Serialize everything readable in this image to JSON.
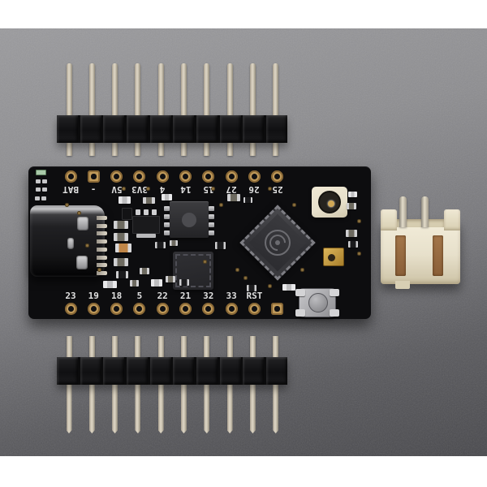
{
  "silkscreen": {
    "top_row": [
      "BAT",
      "-",
      "5V",
      "3V3",
      "4",
      "14",
      "15",
      "27",
      "26",
      "25"
    ],
    "bottom_row": [
      "23",
      "19",
      "18",
      "5",
      "22",
      "21",
      "32",
      "33",
      "RST",
      ""
    ]
  },
  "headers": {
    "top_pin_count": 10,
    "bottom_pin_count": 10
  },
  "counts": {
    "top_holes": 10,
    "bottom_holes": 10,
    "usb_contact_teeth": 8,
    "jst_pins": 2
  },
  "colors": {
    "margin_white": "#ffffff",
    "backdrop_top": "#9a9a9d",
    "backdrop_bottom": "#47474b",
    "pcb": "#0d0d0f",
    "silkscreen": "#e0e0e0",
    "pad_gold": "#c09a5a",
    "pin_metal": "#ded6c5",
    "jst_body": "#e7e0cb",
    "led_amber": "#a87f2c",
    "led_green": "#a9c9a9"
  }
}
